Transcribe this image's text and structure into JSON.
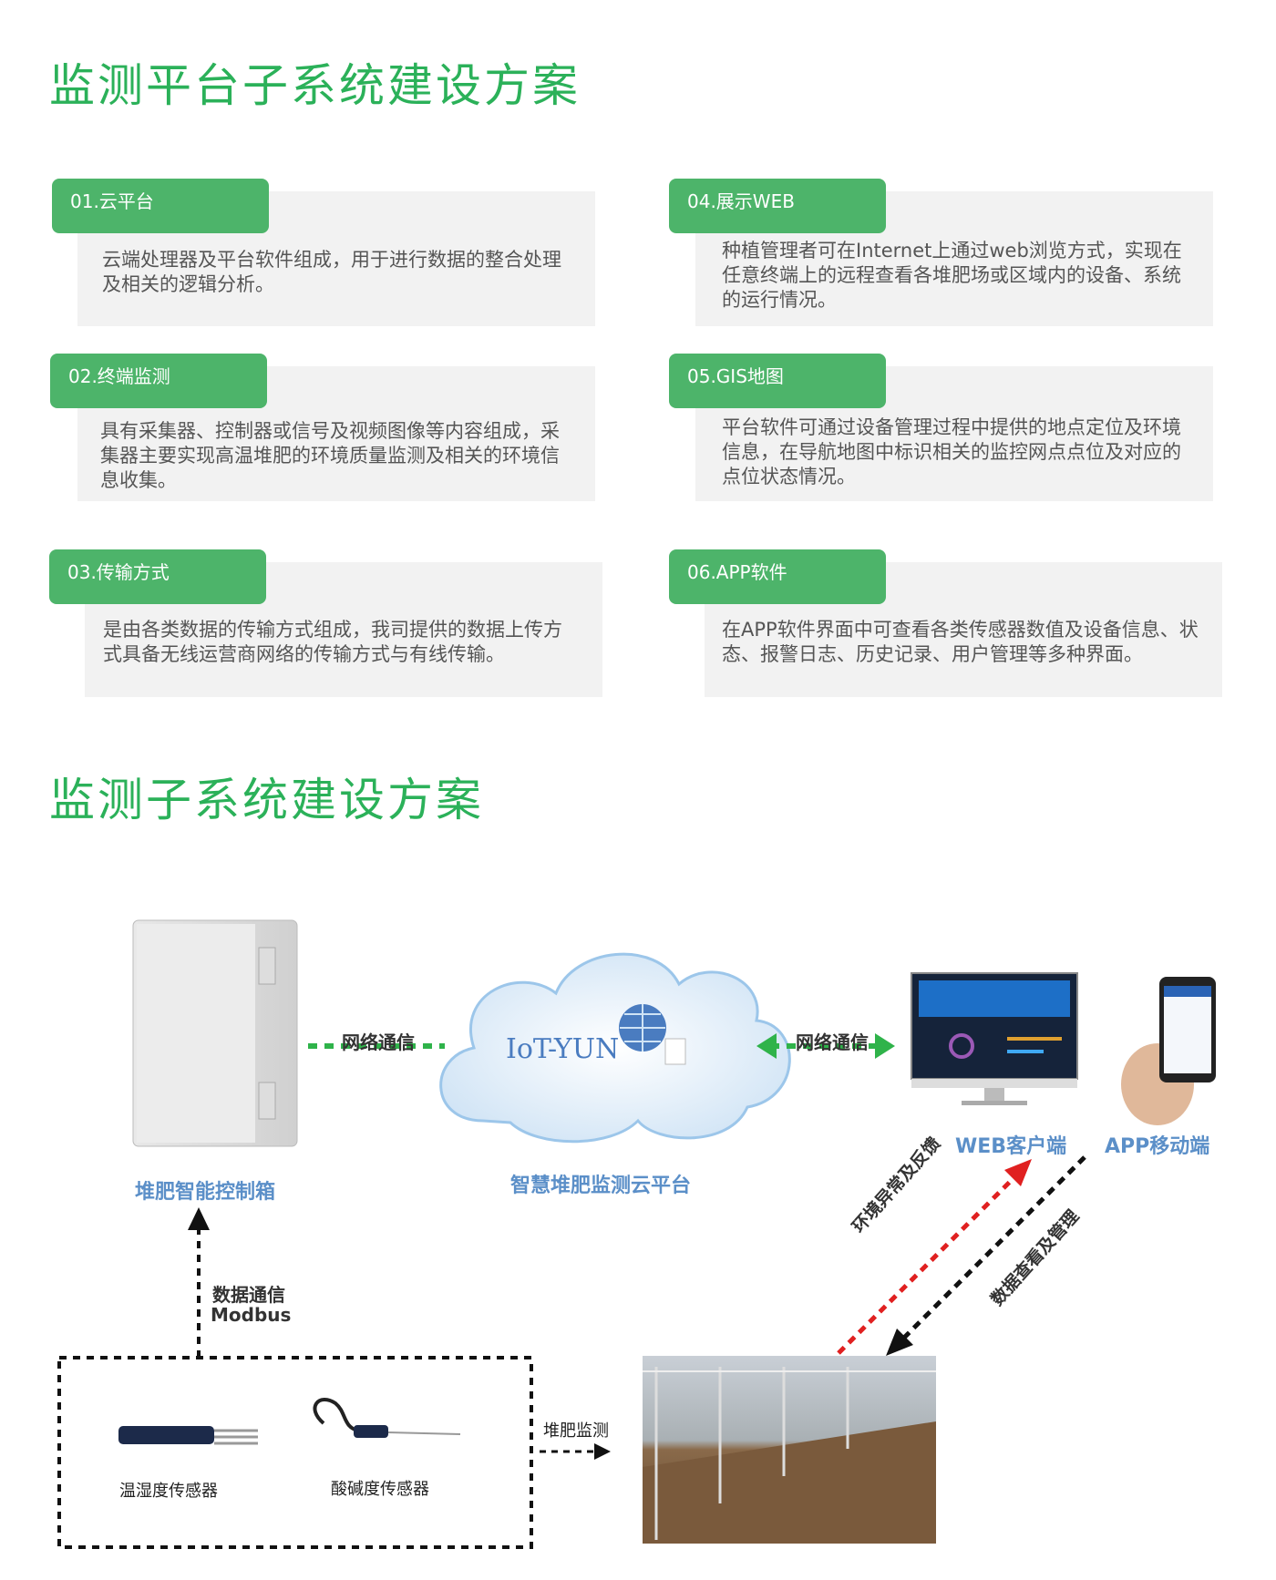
{
  "section1": {
    "title": "监测平台子系统建设方案",
    "cards": [
      {
        "tab": "01.云平台",
        "text": "云端处理器及平台软件组成，用于进行数据的整合处理及相关的逻辑分析。"
      },
      {
        "tab": "02.终端监测",
        "text": "具有采集器、控制器或信号及视频图像等内容组成，采集器主要实现高温堆肥的环境质量监测及相关的环境信息收集。"
      },
      {
        "tab": "03.传输方式",
        "text": "是由各类数据的传输方式组成，我司提供的数据上传方式具备无线运营商网络的传输方式与有线传输。"
      },
      {
        "tab": "04.展示WEB",
        "text": "种植管理者可在Internet上通过web浏览方式，实现在任意终端上的远程查看各堆肥场或区域内的设备、系统的运行情况。"
      },
      {
        "tab": "05.GIS地图",
        "text": "平台软件可通过设备管理过程中提供的地点定位及环境信息，在导航地图中标识相关的监控网点点位及对应的点位状态情况。"
      },
      {
        "tab": "06.APP软件",
        "text": "在APP软件界面中可查看各类传感器数值及设备信息、状态、报警日志、历史记录、用户管理等多种界面。"
      }
    ]
  },
  "section2": {
    "title": "监测子系统建设方案",
    "control_box_label": "堆肥智能控制箱",
    "network_left": "网络通信",
    "network_right": "网络通信",
    "cloud_text": "IoT-YUN",
    "cloud_label": "智慧堆肥监测云平台",
    "web_label": "WEB客户端",
    "app_label": "APP移动端",
    "data_comm": "数据通信",
    "modbus": "Modbus",
    "sensor1": "温湿度传感器",
    "sensor2": "酸碱度传感器",
    "compost_monitor": "堆肥监测",
    "env_feedback": "环境异常及反馈",
    "data_manage": "数据查看及管理"
  },
  "colors": {
    "title_green": "#2bb159",
    "tab_green": "#4db46a",
    "card_gray": "#f2f2f2",
    "label_blue": "#5b8fc8",
    "arrow_green": "#2fb34a",
    "arrow_red": "#e02020"
  }
}
